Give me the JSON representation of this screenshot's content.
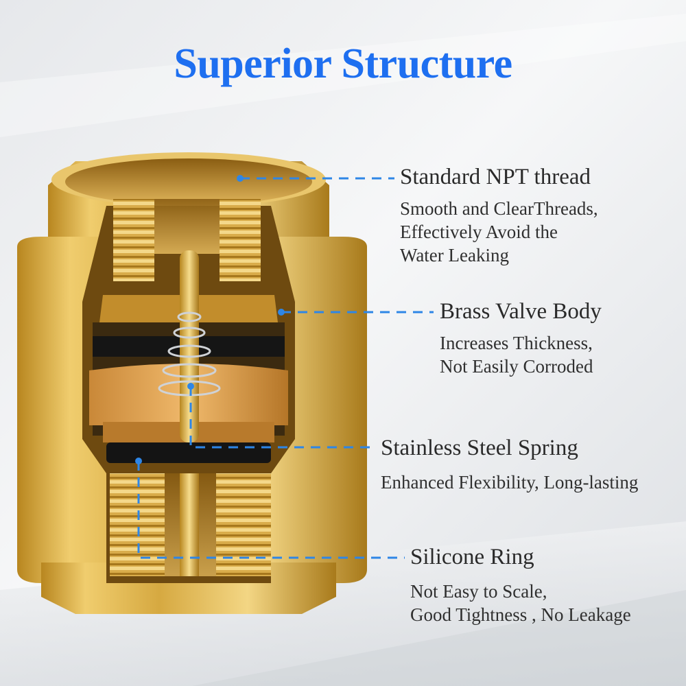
{
  "title": "Superior Structure",
  "colors": {
    "title": "#1e6ff0",
    "leader": "#2e86e6",
    "brass_light": "#f2d27a",
    "brass_mid": "#d9ad45",
    "brass_dark": "#9e7218",
    "background": "#eef0f2"
  },
  "callouts": [
    {
      "heading": "Standard NPT thread",
      "lines": [
        "Smooth and ClearThreads,",
        "Effectively Avoid the",
        "Water Leaking"
      ]
    },
    {
      "heading": "Brass Valve Body",
      "lines": [
        "Increases Thickness,",
        "Not Easily Corroded"
      ]
    },
    {
      "heading": "Stainless Steel Spring",
      "lines": [
        "Enhanced Flexibility, Long-lasting"
      ]
    },
    {
      "heading": "Silicone Ring",
      "lines": [
        "Not Easy to Scale,",
        "Good Tightness , No Leakage"
      ]
    }
  ]
}
